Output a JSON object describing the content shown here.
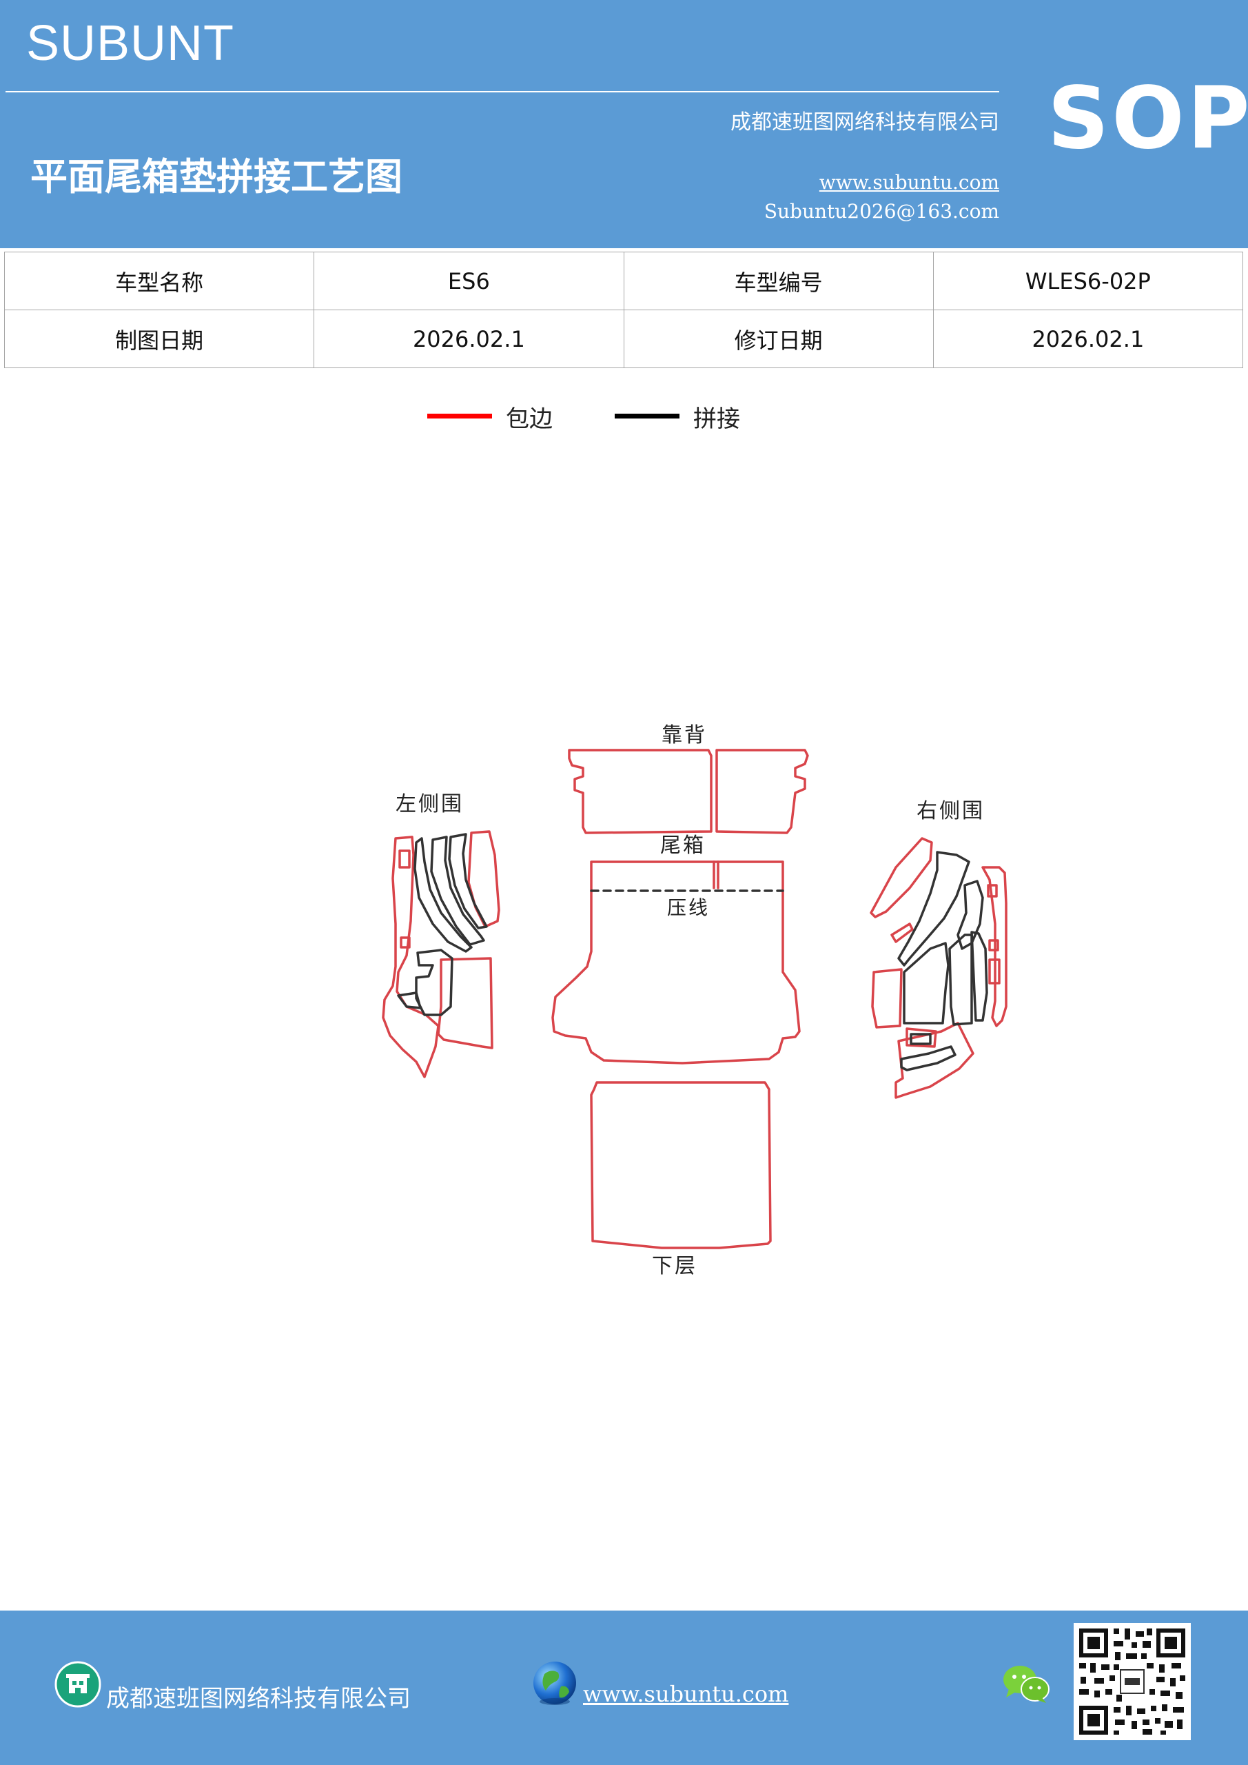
{
  "header": {
    "brand": "SUBUNT",
    "title": "平面尾箱垫拼接工艺图",
    "company": "成都速班图网络科技有限公司",
    "website": "www.subuntu.com",
    "email": "Subuntu2026@163.com",
    "badge": "SOP"
  },
  "info_table": {
    "rows": [
      [
        {
          "text": "车型名称"
        },
        {
          "text": "ES6"
        },
        {
          "text": "车型编号"
        },
        {
          "text": "WLES6-02P"
        }
      ],
      [
        {
          "text": "制图日期"
        },
        {
          "text": "2026.02.1"
        },
        {
          "text": "修订日期"
        },
        {
          "text": "2026.02.1"
        }
      ]
    ]
  },
  "legend": {
    "items": [
      {
        "label": "包边",
        "color": "#ff0000"
      },
      {
        "label": "拼接",
        "color": "#000000"
      }
    ]
  },
  "diagram": {
    "labels": {
      "backrest": "靠背",
      "trunk": "尾箱",
      "crease": "压线",
      "left_side": "左侧围",
      "right_side": "右侧围",
      "lower": "下层"
    },
    "edge_color": "#d9444a",
    "seam_color": "#333333"
  },
  "footer": {
    "company": "成都速班图网络科技有限公司",
    "website": "www.subuntu.com "
  },
  "colors": {
    "header_blue": "#5b9bd5"
  }
}
